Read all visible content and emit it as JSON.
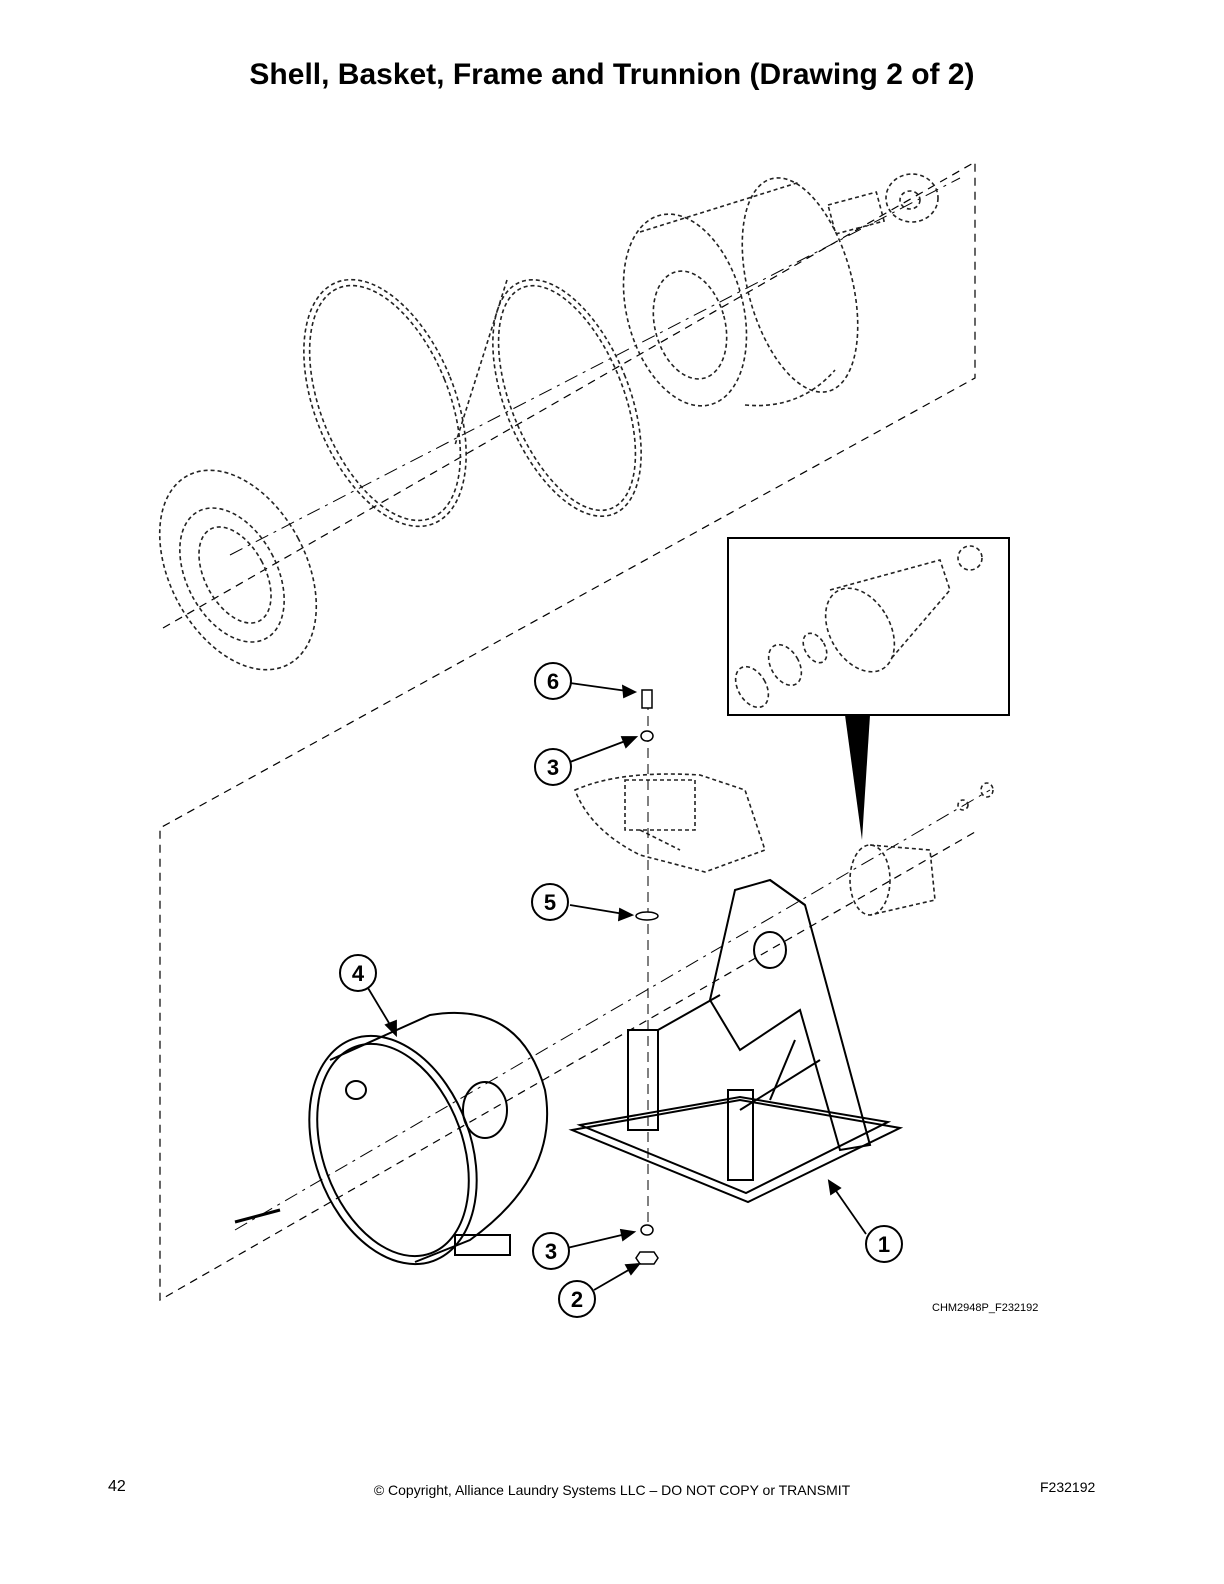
{
  "header": {
    "title": "Shell, Basket, Frame and Trunnion (Drawing 2 of 2)"
  },
  "callouts": [
    {
      "label": "6"
    },
    {
      "label": "3"
    },
    {
      "label": "5"
    },
    {
      "label": "4"
    },
    {
      "label": "3"
    },
    {
      "label": "2"
    },
    {
      "label": "1"
    }
  ],
  "diagram": {
    "reference_code": "CHM2948P_F232192"
  },
  "footer": {
    "page_number": "42",
    "copyright": "© Copyright, Alliance Laundry Systems LLC – DO NOT COPY or TRANSMIT",
    "doc_id": "F232192"
  },
  "colors": {
    "ink": "#000000",
    "background": "#ffffff",
    "hidden_ink": "#222222"
  }
}
